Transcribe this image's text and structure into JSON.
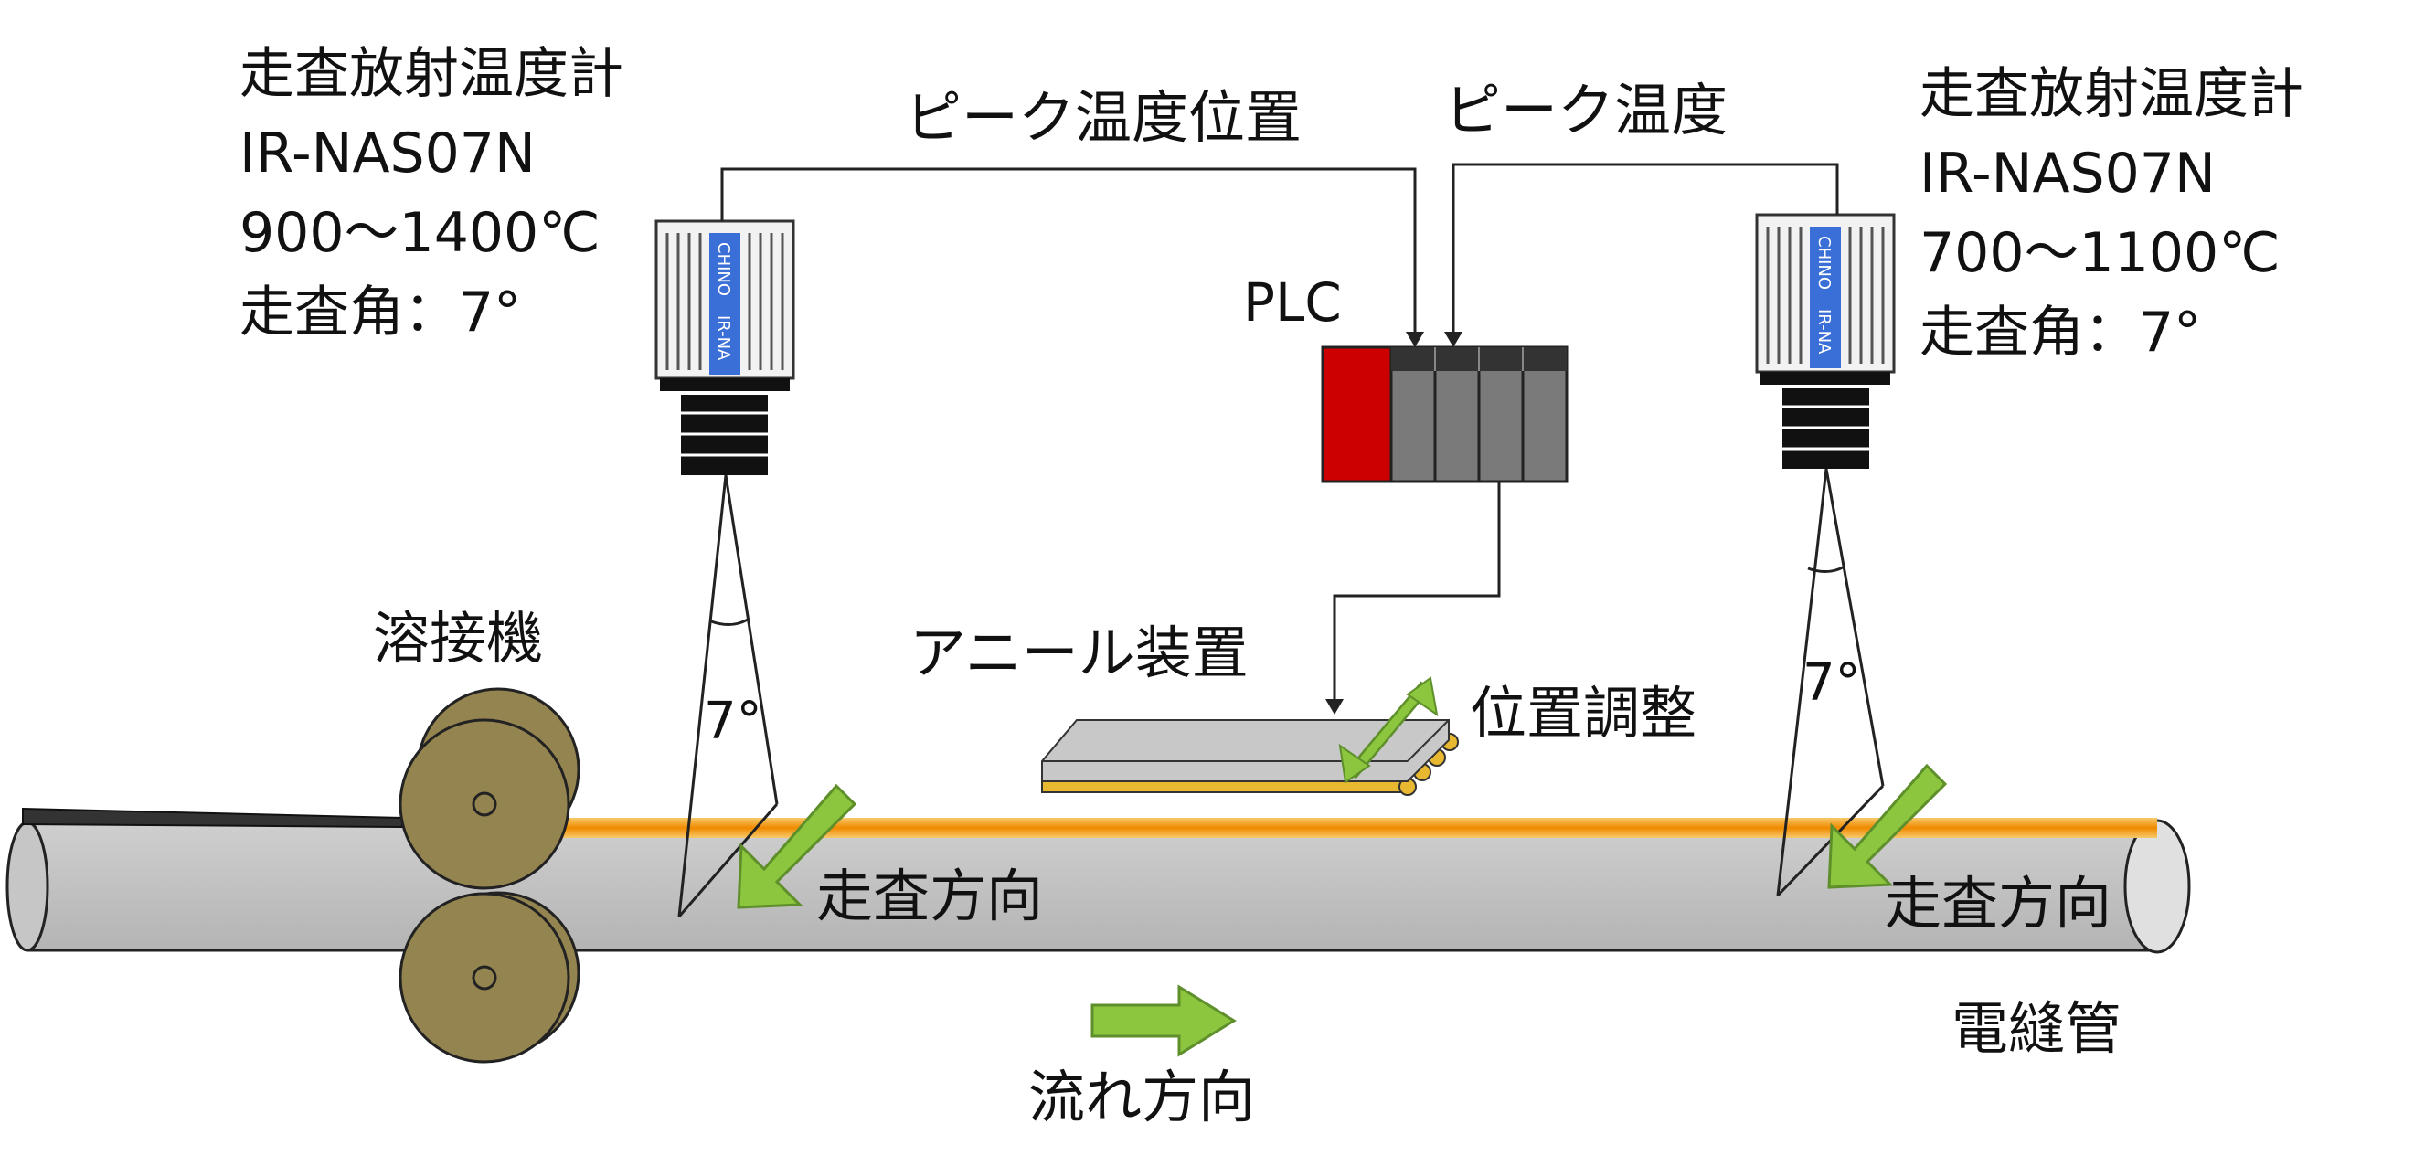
{
  "left_sensor": {
    "title": "走査放射温度計",
    "model": "IR-NAS07N",
    "range": "900～1400℃",
    "scan_angle": "走査角：7°",
    "brand": "CHINO",
    "label": "IR-NA"
  },
  "right_sensor": {
    "title": "走査放射温度計",
    "model": "IR-NAS07N",
    "range": "700～1100℃",
    "scan_angle": "走査角：7°",
    "brand": "CHINO",
    "label": "IR-NA"
  },
  "signals": {
    "peak_position": "ピーク温度位置",
    "peak_temperature": "ピーク温度"
  },
  "plc": "PLC",
  "welder": "溶接機",
  "annealer": "アニール装置",
  "position_adjust": "位置調整",
  "scan_direction_left": "走査方向",
  "scan_direction_right": "走査方向",
  "angle_left": "7°",
  "angle_right": "7°",
  "pipe": "電縫管",
  "flow_direction": "流れ方向",
  "colors": {
    "pipe": "#c0c0c0",
    "pipe_outline": "#222222",
    "weld_seam": "#f0a020",
    "roll": "#948450",
    "arrow_green": "#8cc63f",
    "arrow_outline": "#5e8f2a",
    "sensor_blue": "#3a6fd8",
    "plc_red": "#cc0000",
    "plc_gray": "#7a7a7a",
    "annealer_plate": "#c8c8c8",
    "annealer_gold": "#e8b830"
  }
}
